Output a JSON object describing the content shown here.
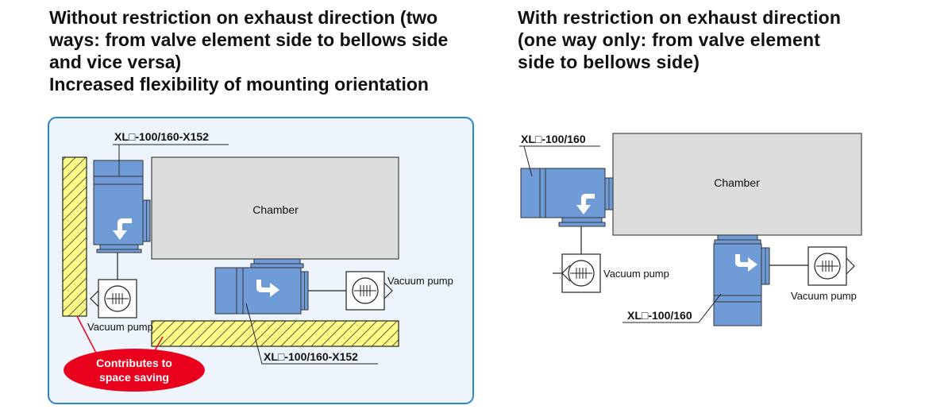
{
  "left": {
    "heading_lines": [
      "Without restriction on exhaust direction (two",
      "ways: from valve element side to bellows side",
      "and vice versa)",
      "Increased flexibility of mounting orientation"
    ],
    "model_top": "XL□-100/160-X152",
    "model_bottom": "XL□-100/160-X152",
    "chamber": "Chamber",
    "pump_left": "Vacuum pump",
    "pump_right": "Vacuum pump",
    "callout_line1": "Contributes to",
    "callout_line2": "space saving"
  },
  "right": {
    "heading_lines": [
      "With restriction on exhaust direction",
      "(one way only: from valve element",
      "side to bellows side)"
    ],
    "model_top": "XL□-100/160",
    "model_bottom": "XL□-100/160",
    "chamber": "Chamber",
    "pump_left": "Vacuum pump",
    "pump_right": "Vacuum pump"
  },
  "colors": {
    "valve": "#6f9bd7",
    "chamber": "#dcdcdc",
    "frame_border": "#2a86d3",
    "frame_fill": "#edf4fb",
    "hatch": "#ffff88",
    "callout": "#e8001c"
  }
}
